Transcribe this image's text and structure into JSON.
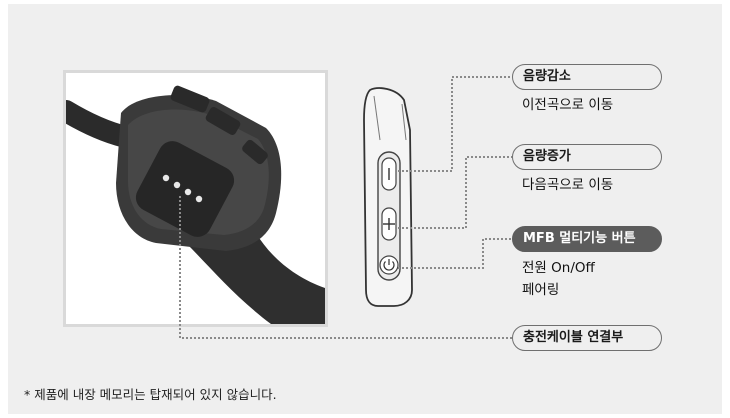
{
  "labels": {
    "volume_down": {
      "title": "음량감소",
      "desc": "이전곡으로 이동"
    },
    "volume_up": {
      "title": "음량증가",
      "desc": "다음곡으로 이동"
    },
    "mfb": {
      "title": "MFB 멀티기능 버튼",
      "desc_line1": "전원 On/Off",
      "desc_line2": "페어링"
    },
    "charging": {
      "title": "충전케이블 연결부"
    }
  },
  "footnote": "* 제품에 내장 메모리는 탑재되어 있지 않습니다.",
  "colors": {
    "panel_bg": "#efefef",
    "pill_border": "#6f6f6f",
    "pill_dark": "#5c5c5c",
    "leader_line": "#8a8a8a"
  }
}
